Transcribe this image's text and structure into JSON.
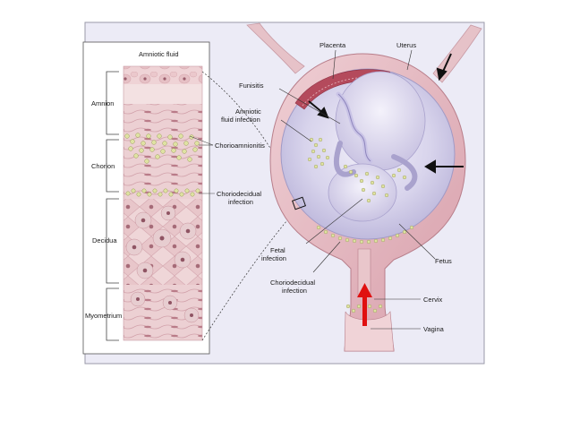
{
  "inset": {
    "header": "Amniotic fluid",
    "layers": [
      "Amnion",
      "Chorion",
      "Decidua",
      "Myometrium"
    ]
  },
  "callouts": {
    "chorioamnionitis": "Chorioamnionitis",
    "choriodecidual_infection": [
      "Choriodecidual",
      "infection"
    ]
  },
  "uterus": {
    "placenta": "Placenta",
    "uterus": "Uterus",
    "funisitis": "Funisitis",
    "amniotic_fluid_infection": [
      "Amniotic",
      "fluid infection"
    ],
    "fetal_infection": [
      "Fetal",
      "infection"
    ],
    "choriodecidual_infection": [
      "Choriodecidual",
      "infection"
    ],
    "fetus": "Fetus",
    "cervix": "Cervix",
    "vagina": "Vagina"
  },
  "colors": {
    "frame_bg": "#ecebf6",
    "inset_bg": "#ffffff",
    "uterine_wall": "#e2b3bd",
    "tissue_pink": "#e9c1c6",
    "sac": "#cfcbe6",
    "placenta": "#b44a5c",
    "bacteria": "#dfe2a2",
    "arrow_black": "#111111",
    "arrow_red": "#e01010"
  }
}
